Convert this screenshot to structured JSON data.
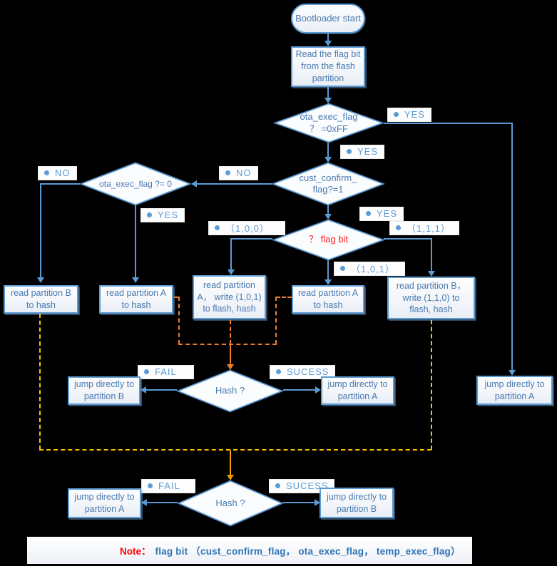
{
  "diagram": {
    "start": "Bootloader start",
    "read_flag": "Read the flag bit from the flash partition",
    "d_ota_ff": {
      "l1": "ota_exec_flag",
      "l2": "？ =0xFF"
    },
    "d_cust": {
      "l1": "cust_confirm_",
      "l2": "flag?=1"
    },
    "d_ota_zero": "ota_exec_flag ?= 0",
    "d_flag_bit": "？ flag bit",
    "d_hash1": "Hash ?",
    "d_hash2": "Hash ?",
    "p_read_b": "read partition B to hash",
    "p_read_a": "read partition A to hash",
    "p_read_a_write": "read partition A， write (1,0,1) to flash, hash",
    "p_read_a2": "read partition A to hash",
    "p_read_b_write": "read partition B， write (1,1,0) to flash, hash",
    "p_jump_b": "jump directly to partition B",
    "p_jump_a": "jump directly to partition A",
    "p_jump_a_right": "jump directly to partition A",
    "p_jump_a2": "jump directly to partition A",
    "p_jump_b2": "jump directly to partition B"
  },
  "labels": {
    "yes1": "YES",
    "yes2": "YES",
    "yes3": "YES",
    "yes4": "YES",
    "no1": "NO",
    "no2": "NO",
    "b100": "（1,0,0）",
    "b111": "（1,1,1）",
    "b101": "（1,0,1）",
    "fail1": "FAIL",
    "sucess1": "SUCESS",
    "fail2": "FAIL",
    "sucess2": "SUCESS"
  },
  "note": {
    "prefix": "Note：",
    "body": "flag bit （cust_confirm_flag， ota_exec_flag， temp_exec_flag）"
  },
  "colors": {
    "line": "#5B9BD5",
    "orange_dash": "#ED7D31",
    "yellow_dash": "#FFC000",
    "flag_bit_red": "#FF1F1F",
    "note_red": "#FF0000",
    "note_blue": "#2E74B5"
  }
}
